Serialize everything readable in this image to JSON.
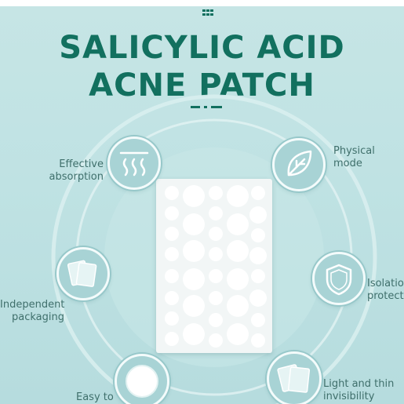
{
  "title": {
    "line1": "SALICYLIC ACID",
    "line2": "ACNE PATCH"
  },
  "colors": {
    "accent": "#12705f",
    "background": "#c2e3e4",
    "badge": "#a8d3d5",
    "label": "#3f6f6b"
  },
  "features": {
    "effective_absorption": {
      "line1": "Effective",
      "line2": "absorption",
      "icon": "heat-waves-icon"
    },
    "physical_mode": {
      "line1": "Physical",
      "line2": "mode",
      "icon": "leaf-icon"
    },
    "independent_packaging": {
      "line1": "Independent",
      "line2": "packaging",
      "icon": "packets-icon"
    },
    "isolation_protect": {
      "line1": "Isolation",
      "line2": "protect",
      "icon": "shield-icon"
    },
    "easy_to_use": {
      "line1": "Easy to",
      "icon": "round-patch-icon"
    },
    "light_and_thin": {
      "line1": "Light and thin",
      "line2": "invisibility",
      "icon": "thin-sheets-icon"
    }
  }
}
